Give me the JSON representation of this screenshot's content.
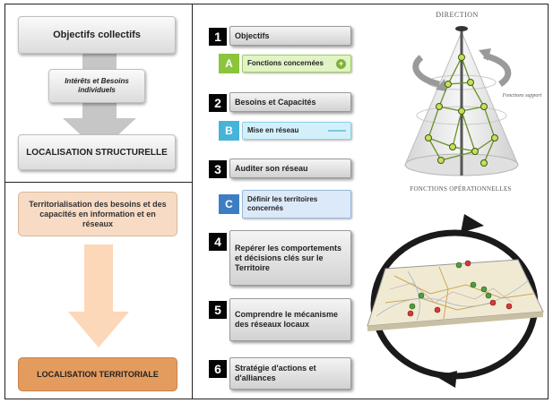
{
  "left": {
    "top_box": "Objectifs collectifs",
    "mid_box": "Intérêts et Besoins individuels",
    "structural_box": "LOCALISATION STRUCTURELLE",
    "territorial_box": "Territorialisation des besoins et des capacités en information et en réseaux",
    "bottom_box": "LOCALISATION TERRITORIALE"
  },
  "steps": [
    {
      "number": "1",
      "label": "Objectifs"
    },
    {
      "number": "2",
      "label": "Besoins et Capacités"
    },
    {
      "number": "3",
      "label": "Auditer son réseau"
    },
    {
      "number": "4",
      "label": "Repérer les comportements et décisions clés sur le Territoire"
    },
    {
      "number": "5",
      "label": "Comprendre le mécanisme des réseaux locaux"
    },
    {
      "number": "6",
      "label": "Stratégie d'actions et d'alliances"
    }
  ],
  "substeps": [
    {
      "letter": "A",
      "label": "Fonctions concernées"
    },
    {
      "letter": "B",
      "label": "Mise en réseau"
    },
    {
      "letter": "C",
      "label": "Définir les territoires concernés"
    }
  ],
  "cone": {
    "top_caption": "DIRECTION",
    "side_caption": "Fonctions support",
    "bottom_caption": "FONCTIONS OPÉRATIONNELLES"
  },
  "colors": {
    "step_letter_a": "#8cc43c",
    "step_letter_b": "#46b4d8",
    "step_letter_c": "#3d7ec2",
    "sub_a_bg": "#e2f3c6",
    "sub_b_bg": "#d3f0fa",
    "sub_c_bg": "#dce9f8",
    "territorial_bg": "#f8dbc4",
    "bottom_bg": "#e49c5e",
    "arrow_orange": "#fcd7b8",
    "arrow_grey": "#c6c6c6"
  }
}
